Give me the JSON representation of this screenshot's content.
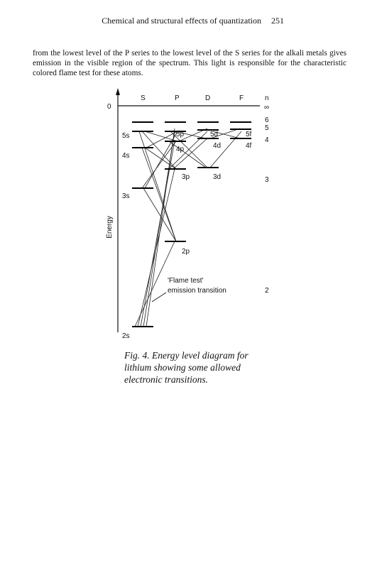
{
  "page": {
    "running_head": "Chemical and structural effects of quantization",
    "page_number": "251"
  },
  "body_text": "from the lowest level of the P series to the lowest level of the S series for the alkali metals gives emission in the visible region of the spectrum. This light is responsible for the characteristic colored flame test for these atoms.",
  "figure": {
    "series_labels": [
      "S",
      "P",
      "D",
      "F"
    ],
    "n_header": "n",
    "n_infinity": "∞",
    "zero_label": "0",
    "energy_label": "Energy",
    "n_values": [
      "6",
      "5",
      "4",
      "3",
      "2"
    ],
    "levels": {
      "s": [
        "2s",
        "3s",
        "4s",
        "5s"
      ],
      "p": [
        "2p",
        "3p",
        "4p",
        "5p"
      ],
      "d": [
        "3d",
        "4d",
        "5d"
      ],
      "f": [
        "4f",
        "5f"
      ]
    },
    "annotation_line1": "'Flame test'",
    "annotation_line2": "emission transition"
  },
  "caption": {
    "line1": "Fig. 4. Energy level diagram for",
    "line2": "lithium showing some allowed",
    "line3": "electronic transitions."
  }
}
